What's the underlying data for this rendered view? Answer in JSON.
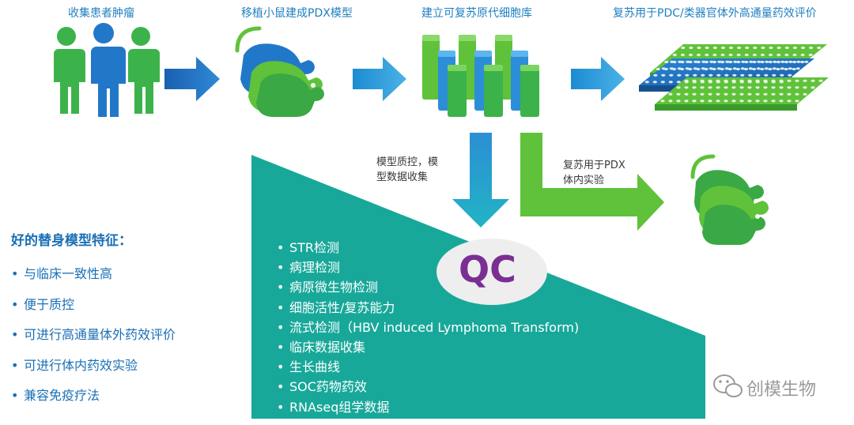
{
  "steps": [
    {
      "label": "收集患者肿瘤",
      "icon": "people-icon"
    },
    {
      "label": "移植小鼠建成PDX模型",
      "icon": "mouse-icon"
    },
    {
      "label": "建立可复苏原代细胞库",
      "icon": "vials-icon"
    },
    {
      "label": "复苏用于PDC/类器官体外高通量药效评价",
      "icon": "well-plate-icon"
    }
  ],
  "branches": {
    "qc_label_line1": "模型质控，模",
    "qc_label_line2": "型数据收集",
    "pdx_label_line1": "复苏用于PDX",
    "pdx_label_line2": "体内实验"
  },
  "qc": {
    "badge": "QC",
    "items": [
      "STR检测",
      "病理检测",
      "病原微生物检测",
      "细胞活性/复苏能力",
      "流式检测（HBV induced Lymphoma Transform)",
      "临床数据收集",
      "生长曲线",
      "SOC药物药效",
      "RNAseq组学数据"
    ]
  },
  "features": {
    "title": "好的替身模型特征：",
    "items": [
      "与临床一致性高",
      "便于质控",
      "可进行高通量体外药效评价",
      "可进行体内药效实验",
      "兼容免疫疗法"
    ]
  },
  "watermark": {
    "text": "创模生物",
    "icon": "wechat-icon"
  },
  "colors": {
    "blue": "#1f7fc0",
    "green": "#5fc23a",
    "teal": "#18a89a",
    "purple": "#7a2f93"
  }
}
